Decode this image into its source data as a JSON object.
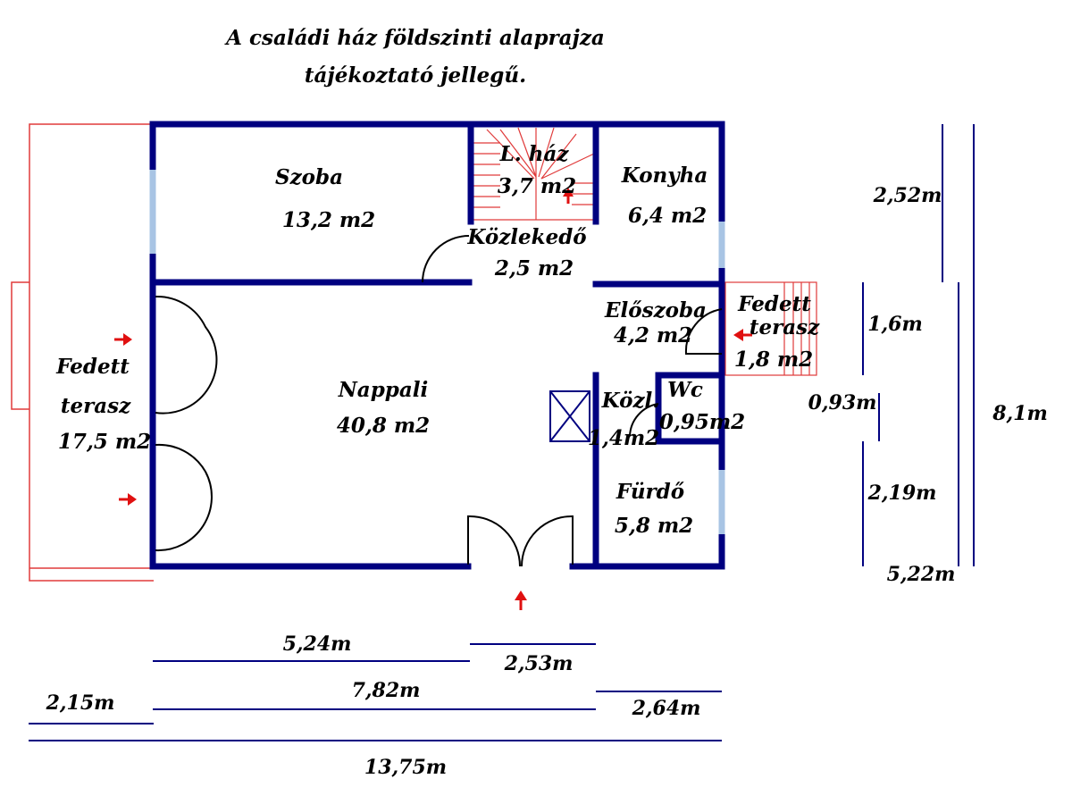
{
  "title": {
    "line1": "A családi ház földszinti alaprajza",
    "line2": "tájékoztató jellegű."
  },
  "rooms": {
    "szoba": {
      "name": "Szoba",
      "area": "13,2 m2"
    },
    "lepcsohaz": {
      "name": "L. ház",
      "area": "3,7 m2"
    },
    "konyha": {
      "name": "Konyha",
      "area": "6,4 m2"
    },
    "kozlekedo": {
      "name": "Közlekedő",
      "area": "2,5 m2"
    },
    "eloszoba": {
      "name": "Előszoba",
      "area": "4,2 m2"
    },
    "fedett_terasz_kis": {
      "name1": "Fedett",
      "name2": "terasz",
      "area": "1,8 m2"
    },
    "fedett_terasz_nagy": {
      "name1": "Fedett",
      "name2": "terasz",
      "area": "17,5 m2"
    },
    "nappali": {
      "name": "Nappali",
      "area": "40,8 m2"
    },
    "kozl": {
      "name": "Közl.",
      "area": "1,4m2"
    },
    "wc": {
      "name": "Wc",
      "area": "0,95m2"
    },
    "furdo": {
      "name": "Fürdő",
      "area": "5,8 m2"
    }
  },
  "dimensions": {
    "d_5_24": "5,24m",
    "d_2_53": "2,53m",
    "d_7_82": "7,82m",
    "d_2_15": "2,15m",
    "d_2_64": "2,64m",
    "d_13_75": "13,75m",
    "d_2_52": "2,52m",
    "d_1_6": "1,6m",
    "d_0_93": "0,93m",
    "d_2_19": "2,19m",
    "d_5_22": "5,22m",
    "d_8_1": "8,1m"
  },
  "colors": {
    "wall": "#000080",
    "window": "#a8c4e4",
    "terrace": "#e03a3a",
    "arrow": "#e01010",
    "dimension_line": "#000080"
  }
}
